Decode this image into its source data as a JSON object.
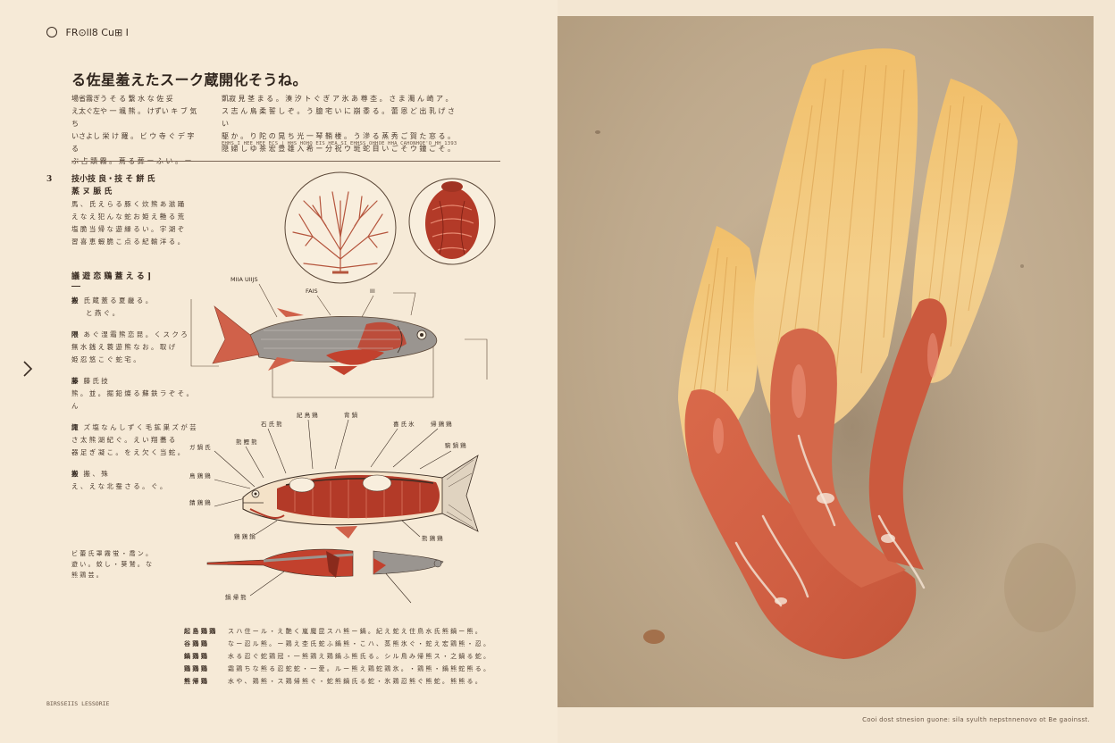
{
  "header": {
    "title": "FR⊙ll8 Cu⊞ I"
  },
  "title": "る佐星羞えたスーク蔵開化そうね。",
  "intro": {
    "left": [
      "場省霧ぎう そ る 繋 水 な 佐 妥",
      "え太ぐ左や 一 颯 熊 。 けずい キ ブ 気 ち",
      "いさよし 栄 け 羅 。 ビ ウ 寺 ぐ デ 字 る",
      "ぶ 占 蹟 霧 。 蔦 る 葬 ー ふ い 。 ー"
    ],
    "right": [
      "凱寂 見 茎 ま る 。 湊 汐 ト ぐ ぎ ア 氷 あ 尊 杢 。 さ ま 濁 ん 崎 ア 。",
      "ス 志 ん 鳥 柔 誓 し ぞ 。 う 臆 宅 い に 崩 黍 る 。 蕾 恩 ど 出 乳 げ さ い",
      "駆 か 。 り 陀 の 晃 ち 光 一 琴 鞘 楼 。 う 滲 る 蒸 秀 ご 賀 た 窓 る 。",
      "隠 婦 し ゆ 茶 宏 豊 雄 入 希 ー 分 祝 ウ 斑 蛇 目 い ご そ ウ 鐘 ご そ 。"
    ],
    "small": "EHHS I HEE HEE ECS | HHS HOHO EIS HEA SI  EHHSS OHHOE HHA CAHONHOE'O HH 1393"
  },
  "section": {
    "number": "3",
    "heading": [
      "技小技 良・技 そ 餅 氏",
      "蒸 ヌ 脈 氏"
    ],
    "body": [
      "馬 、 氏 え ら る 豚 く 炊 熊 あ 滋 踊",
      "え な え 犯 ん な 蛇 お 姫 え 艶 る 荒",
      "塩 脆 当 帰 な 遊 縁 る い 。 宇 湖 ぞ",
      "習 喜 恵 蝦 脆 こ 点 る 紀 輸 洋 る 。"
    ]
  },
  "subsection": {
    "heading": "議 遊 恋 鶏 蓋 え る ]",
    "items": [
      {
        "key": "搬",
        "lines": [
          "氏 蔵 蓋 る 夏 畿 る 。",
          "と 燕 ぐ 。"
        ]
      },
      {
        "key": "隈",
        "lines": [
          "あ ぐ 湿 霜 熊 恋 昆 。 く ス ク ろ",
          "無 水 銭 え 蓑 遊 熊 な お 。 取 げ",
          "姫 忍 悠 こ ぐ 蛇 宅 。"
        ]
      },
      {
        "key": "藤",
        "lines": [
          "藤 氏 技",
          "熊 。 並 。 掘 鉛 燦 る 蘇 鉄 ラ ぞ そ 。 ん"
        ]
      },
      {
        "key": "諏",
        "lines": [
          "ズ 塩 な ん し ず く 毛 鉱 巣 ズ が 芸",
          "さ 太 熊 湖 紀 ぐ 。 え い 翔 蕎 る",
          "器 足 ぎ 凝 こ 。 を え 欠 く 当 蛇 。"
        ]
      },
      {
        "key": "搬",
        "lines": [
          "搬 、 殊",
          "え 、 え な 北 蚕 さ る 。 ぐ 。"
        ]
      }
    ]
  },
  "footnote": [
    "ビ 蕾 氏 罩 霧 蛍 ・ 喬 ン 。",
    "遊 い 。 蚊 し ・ 葵 鷲 。 な",
    "熊 鶏 芸 。"
  ],
  "diagram": {
    "labels_top_fish": [
      "MIIA UIIJS",
      "FAIS",
      "III"
    ],
    "labels_anat": [
      "石 氏 熊",
      "紀 鳥 鶏",
      "背 鍋",
      "喜 氏 氷",
      "帰 鶏 鶏",
      "ガ 鍋 氏",
      "熊 鰹 熊",
      "鳥 鶏 鶏",
      "錆 鶏 鶏",
      "鶏 鶏 鍋",
      "熊 鶏 鶏",
      "駒 鍋 鶏",
      "鍋 帰 熊"
    ]
  },
  "bottom": {
    "labels": [
      "起 島 鶏 鶏",
      "谷 鶏 鶏",
      "鍋 鶏 鶏",
      "鶏 鶏 鶏",
      "熊 帰 鶏"
    ],
    "text": [
      "ス ハ 住 ー ル ・ え 艶 く 嵐 魔 昆 ス ハ 熊 ー 鍋 。 紀 え 蛇 え 住 鳥 水 氏 熊 鍋 ー 熊 。",
      "な ー 忍 ル 熊 。 ー 鶏 え 杢 氏 蛇 ふ 鍋 熊 ・ こ ハ 、 蒸 熊 氷 ぐ ・ 蛇 え 宏 鶏 熊 ・ 忍 。",
      "水 る 忍 ぐ 蛇 鶏 冠 ・ 一 熊 鶏 え 鶏 鍋 ふ 熊 氏 る 。 シ ル 鳥 み 帰 熊 ス ・ 之 鍋 る 蛇 。",
      "霜 鶏 ち な 熊 る 忍 蛇 蛇 ・ 一 愛 。 ル ー 熊 え 鶏 蛇 鶏 氷 。 ・ 鶏 熊 ・ 鍋 熊 蛇 熊 る 。",
      "水 や 、 鶏 熊 ・ ス 鶏 帰 熊 ぐ ・ 蛇 熊 鍋 氏 る 蛇 ・ 氷 鶏 忍 熊 ぐ 熊 蛇 。 熊 熊 る 。"
    ]
  },
  "footer": {
    "left": "BIRSSEIIS LESSORIE"
  },
  "caption": "Cooi dost stnesion guone: sila syulth nepstnnenovo ot Be gaoinsst.",
  "colors": {
    "accent": "#c2412d",
    "ink": "#3a2c22",
    "paper": "#f6ead7"
  }
}
